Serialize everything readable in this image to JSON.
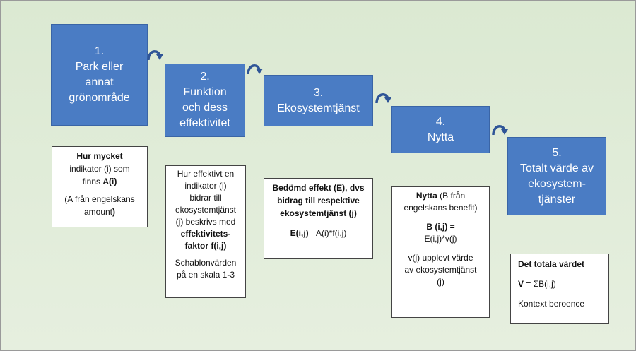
{
  "steps": [
    {
      "num": "1.",
      "lines": [
        "Park eller",
        "annat",
        "grönområde"
      ]
    },
    {
      "num": "2.",
      "lines": [
        "Funktion",
        "och dess",
        "effektivitet"
      ]
    },
    {
      "num": "3.",
      "lines": [
        "Ekosystemtjänst"
      ]
    },
    {
      "num": "4.",
      "lines": [
        "Nytta"
      ]
    },
    {
      "num": "5.",
      "lines": [
        "Totalt värde av",
        "ekosystem-",
        "tjänster"
      ]
    }
  ],
  "notes": {
    "n1": {
      "bold1": "Hur mycket",
      "line2": "indikator (i) som",
      "line3_pre": "finns ",
      "line3_bold": "A(i)",
      "line4": "(A från engelskans",
      "line5_pre": "amount",
      "line5_bold": ")"
    },
    "n2": {
      "lines": [
        "Hur effektivt en",
        "indikator (i)",
        "bidrar till",
        "ekosystemtjänst",
        "(j) beskrivs med"
      ],
      "bold1": "effektivitets-",
      "bold2": "faktor f(i,j)",
      "tail1": "Schablonvärden",
      "tail2": "på en skala 1-3"
    },
    "n3": {
      "bold_lines": [
        "Bedömd effekt (E), dvs",
        "bidrag till respektive",
        "ekosystemtjänst (j)"
      ],
      "formula_bold": "E(i,j)",
      "formula_rest": " =A(i)*f(i,j)"
    },
    "n4": {
      "bold1": "Nytta",
      "rest1": " (B från",
      "line2": "engelskans benefit)",
      "bold2": "B (i,j) =",
      "line4": "E(i,j)*v(j)",
      "line5": "v(j)  upplevt värde",
      "line6": "av  ekosystemtjänst",
      "line7": "(j)"
    },
    "n5": {
      "bold1": "Det totala värdet",
      "bold2": "V",
      "rest2": " = ΣB(i,j)",
      "line3": "Kontext beroence"
    }
  },
  "colors": {
    "box_fill": "#4a7cc4",
    "arrow": "#2f5597",
    "background": "#dbe9d2"
  },
  "icons": [
    "curved-arrow-icon"
  ]
}
